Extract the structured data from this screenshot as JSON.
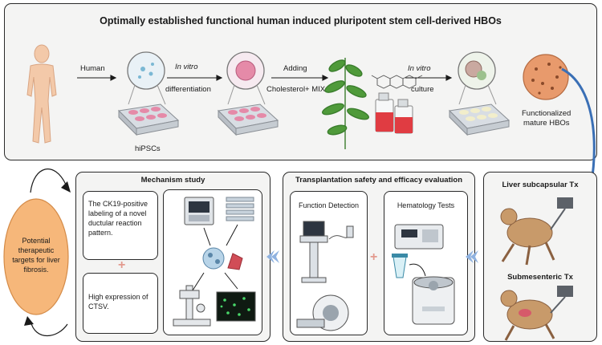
{
  "top": {
    "title": "Optimally established functional human induced pluripotent stem cell-derived HBOs",
    "step_human": "Human",
    "step_invitro_1": "In vitro",
    "step_differentiation": "differentiation",
    "step_adding": "Adding",
    "step_additive": "Cholesterol+ MIX",
    "step_invitro_2": "In vitro",
    "step_culture": "culture",
    "label_hipscs": "hiPSCs",
    "label_functional_1": "Functionalized",
    "label_functional_2": "mature HBOs"
  },
  "mechanism": {
    "title": "Mechanism study",
    "finding_1": "The CK19-positive labeling of a novel ductular reaction pattern.",
    "finding_2": "High expression of CTSV.",
    "plus": "+"
  },
  "transplant": {
    "title": "Transplantation safety and efficacy evaluation",
    "function_detection": "Function Detection",
    "hematology_tests": "Hematology Tests",
    "plus": "+"
  },
  "tx": {
    "liver_subcapsular": "Liver subcapsular Tx",
    "submesenteric": "Submesenteric Tx"
  },
  "targets": {
    "text": "Potential therapeutic targets for liver fibrosis."
  },
  "colors": {
    "arrow_blue": "#3a6fb5",
    "chevron_blue": "#8fb2e0",
    "plus_pink": "#e39a8e",
    "oval_orange": "#f6b77a"
  }
}
